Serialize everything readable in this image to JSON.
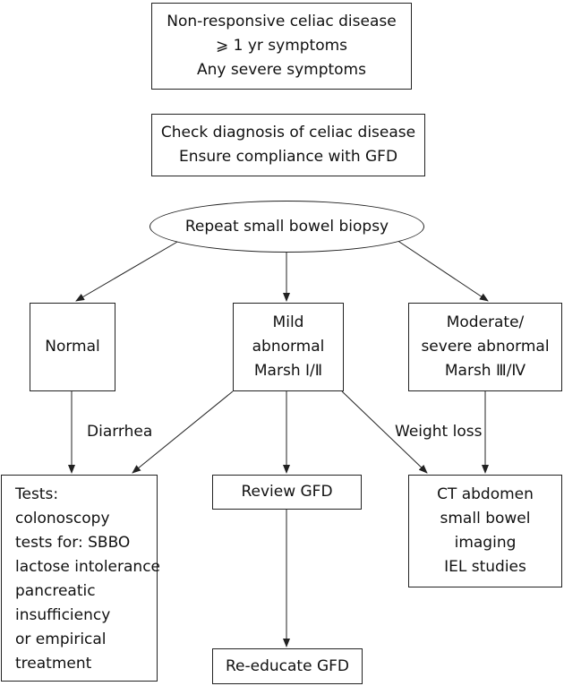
{
  "boxes": {
    "intro": [
      "Non-responsive celiac disease",
      "⩾ 1 yr symptoms",
      "Any severe symptoms"
    ],
    "check": [
      "Check diagnosis of celiac disease",
      "Ensure compliance with GFD"
    ],
    "biopsy": "Repeat small bowel biopsy",
    "normal": [
      "Normal"
    ],
    "mild": [
      "Mild",
      "abnormal",
      "Marsh Ⅰ/Ⅱ"
    ],
    "moderate": [
      "Moderate/",
      "severe abnormal",
      "Marsh Ⅲ/Ⅳ"
    ],
    "tests": [
      "Tests:",
      "colonoscopy",
      "tests for: SBBO",
      "lactose intolerance",
      "pancreatic",
      "insufficiency",
      "or empirical",
      "treatment"
    ],
    "review": [
      "Review GFD"
    ],
    "ct": [
      "CT abdomen",
      "small bowel",
      "imaging",
      "IEL studies"
    ],
    "reeducate": [
      "Re-educate GFD"
    ]
  },
  "edge_labels": {
    "diarrhea": "Diarrhea",
    "weight_loss": "Weight loss"
  }
}
